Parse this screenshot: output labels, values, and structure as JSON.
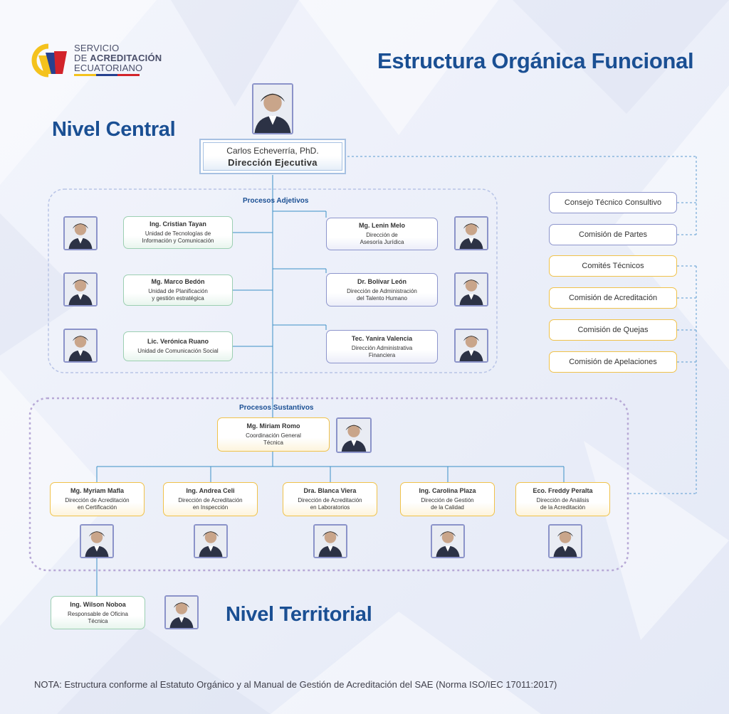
{
  "brand": {
    "line1": "SERVICIO",
    "line2_prefix": "DE ",
    "line2_bold": "ACREDITACIÓN",
    "line3": "ECUATORIANO",
    "colors": {
      "yellow": "#f4c21d",
      "blue": "#26418f",
      "red": "#d2232a"
    }
  },
  "title": "Estructura Orgánica Funcional",
  "nivel_central": "Nivel Central",
  "nivel_territorial": "Nivel Territorial",
  "director": {
    "name": "Carlos Echeverría, PhD.",
    "role": "Dirección Ejecutiva"
  },
  "adjetivos": {
    "label": "Procesos Adjetivos",
    "left": [
      {
        "name": "Ing. Cristian Tayan",
        "role": "Unidad de Tecnologías de\nInformación y Comunicación"
      },
      {
        "name": "Mg. Marco Bedón",
        "role": "Unidad de Planificación\ny gestión estratégica"
      },
      {
        "name": "Lic. Verónica Ruano",
        "role": "Unidad de Comunicación Social"
      }
    ],
    "right": [
      {
        "name": "Mg. Lenin Melo",
        "role": "Dirección de\nAsesoría Jurídica"
      },
      {
        "name": "Dr. Bolívar León",
        "role": "Dirección de Administración\ndel Talento Humano"
      },
      {
        "name": "Tec. Yanira Valencia",
        "role": "Dirección Administrativa\nFinanciera"
      }
    ]
  },
  "sustantivos": {
    "label": "Procesos Sustantivos",
    "coordinator": {
      "name": "Mg. Miriam Romo",
      "role": "Coordinación General\nTécnica"
    },
    "units": [
      {
        "name": "Mg. Myriam Mafla",
        "role": "Dirección de Acreditación\nen Certificación"
      },
      {
        "name": "Ing. Andrea Celi",
        "role": "Dirección de Acreditación\nen Inspección"
      },
      {
        "name": "Dra. Blanca Viera",
        "role": "Dirección de Acreditación\nen Laboratorios"
      },
      {
        "name": "Ing. Carolina Plaza",
        "role": "Dirección de Gestión\nde la Calidad"
      },
      {
        "name": "Eco. Freddy Peralta",
        "role": "Dirección de Análisis\nde la Acreditación"
      }
    ]
  },
  "territorial": {
    "name": "Ing. Wilson Noboa",
    "role": "Responsable de Oficina\nTécnica"
  },
  "advisory": [
    "Consejo Técnico Consultivo",
    "Comisión de Partes"
  ],
  "committees": [
    "Comités Técnicos",
    "Comisión de Acreditación",
    "Comisión de Quejas",
    "Comisión de Apelaciones"
  ],
  "note": "NOTA: Estructura conforme al Estatuto Orgánico y al Manual de Gestión de Acreditación del SAE (Norma ISO/IEC 17011:2017)"
}
